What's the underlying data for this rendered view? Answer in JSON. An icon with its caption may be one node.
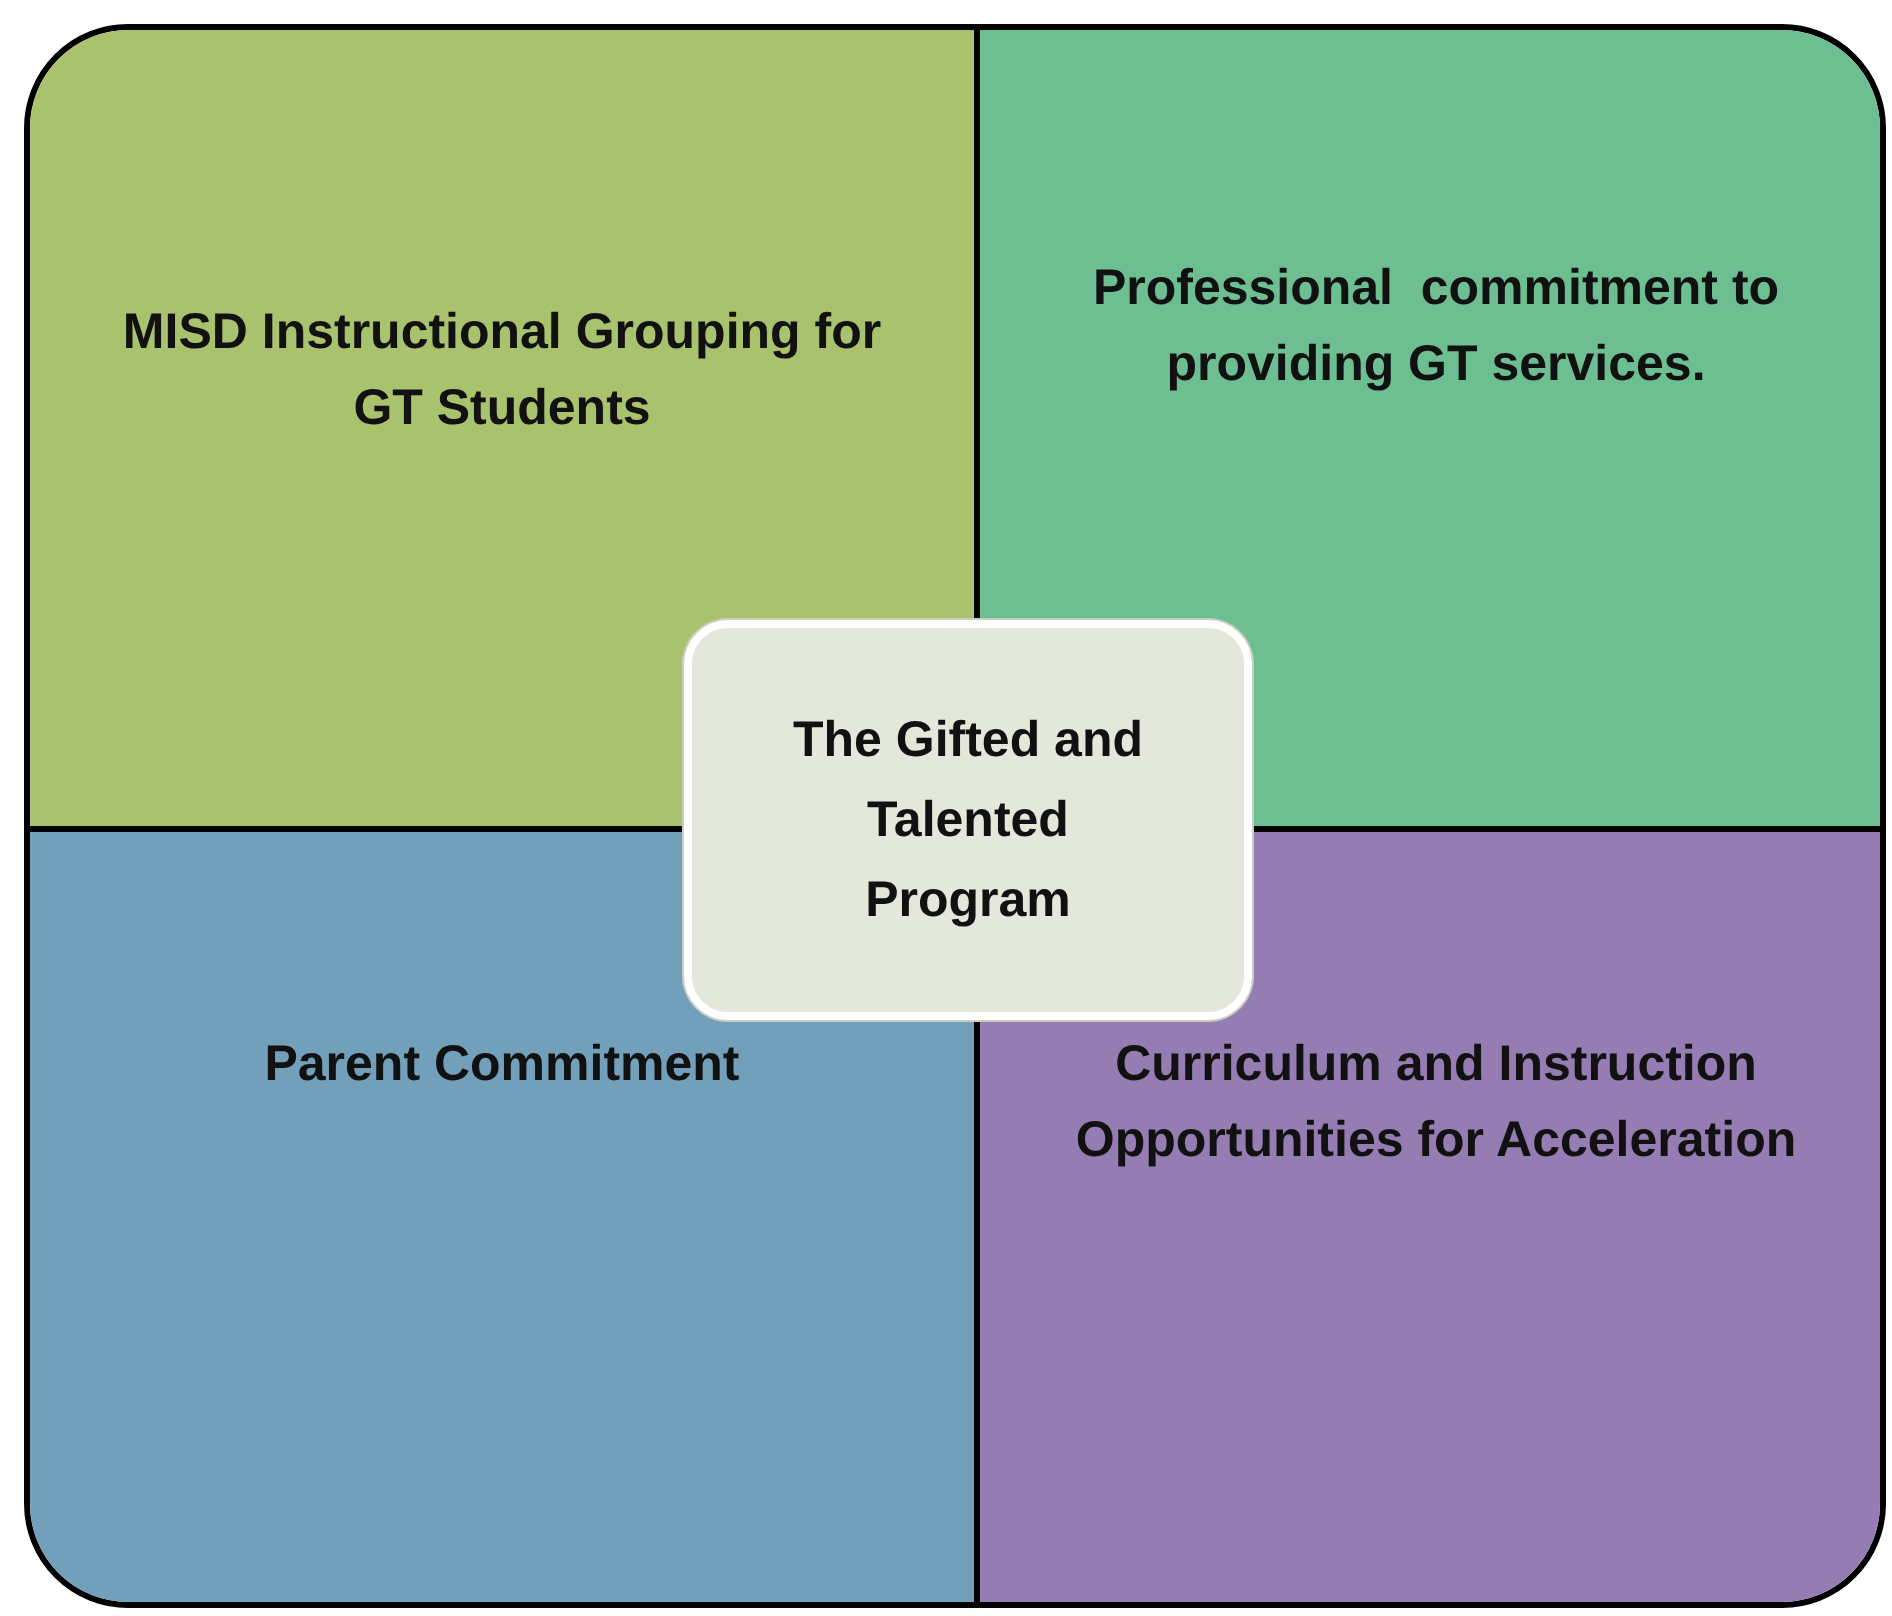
{
  "diagram": {
    "nodes": [
      {
        "text": [
          "MISD Instructional Grouping for GT Students"
        ]
      },
      {
        "text": [
          "Professional  commitment to providing GT services."
        ]
      },
      {
        "text": [
          "The Gifted and Talented Program"
        ]
      },
      {
        "text": [
          "Parent Commitment"
        ]
      },
      {
        "text": [
          "Curriculum and Instruction Opportunities for Acceleration"
        ]
      }
    ]
  }
}
